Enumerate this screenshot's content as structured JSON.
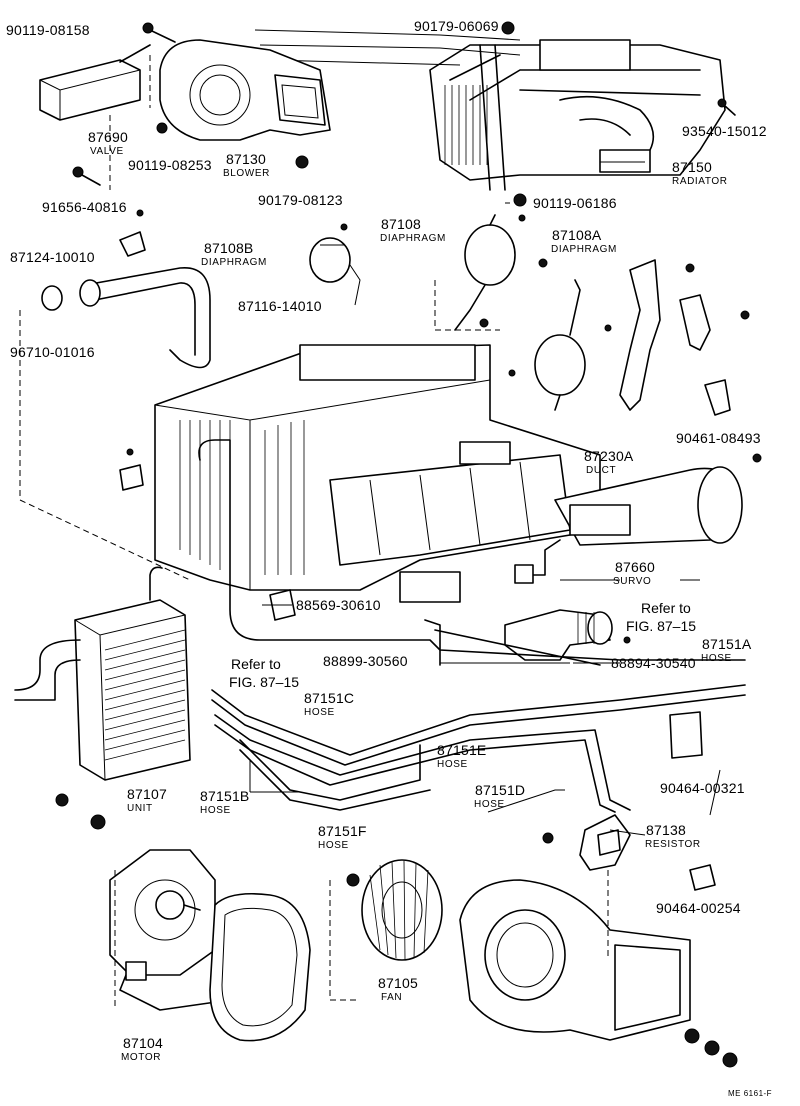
{
  "parts": {
    "p90119_08158": "90119-08158",
    "p90179_06069": "90179-06069",
    "p87690": "87690",
    "p87690_name": "VALVE",
    "p90119_08253": "90119-08253",
    "p87130": "87130",
    "p87130_name": "BLOWER",
    "p93540_15012": "93540-15012",
    "p87150": "87150",
    "p87150_name": "RADIATOR",
    "p90179_08123": "90179-08123",
    "p91656_40816": "91656-40816",
    "p90119_06186": "90119-06186",
    "p87108": "87108",
    "p87108_name": "DIAPHRAGM",
    "p87108A": "87108A",
    "p87108A_name": "DIAPHRAGM",
    "p87108B": "87108B",
    "p87108B_name": "DIAPHRAGM",
    "p87124_10010": "87124-10010",
    "p87116_14010": "87116-14010",
    "p96710_01016": "96710-01016",
    "p90461_08493": "90461-08493",
    "p87230A": "87230A",
    "p87230A_name": "DUCT",
    "p87660": "87660",
    "p87660_name": "SURVO",
    "p88569_30610": "88569-30610",
    "ref_fig_right_1": "Refer to",
    "ref_fig_right_2": "FIG. 87–15",
    "p88899_30560": "88899-30560",
    "p88894_30540": "88894-30540",
    "p87151A": "87151A",
    "p87151A_name": "HOSE",
    "ref_fig_left_1": "Refer to",
    "ref_fig_left_2": "FIG. 87–15",
    "p87151C": "87151C",
    "p87151C_name": "HOSE",
    "p87151E": "87151E",
    "p87151E_name": "HOSE",
    "p90464_00321": "90464-00321",
    "p87107": "87107",
    "p87107_name": "UNIT",
    "p87151B": "87151B",
    "p87151B_name": "HOSE",
    "p87151D": "87151D",
    "p87151D_name": "HOSE",
    "p87151F": "87151F",
    "p87151F_name": "HOSE",
    "p87138": "87138",
    "p87138_name": "RESISTOR",
    "p90464_00254": "90464-00254",
    "p87105": "87105",
    "p87105_name": "FAN",
    "p87104": "87104",
    "p87104_name": "MOTOR"
  },
  "footer": {
    "code": "ME 6161-F"
  }
}
